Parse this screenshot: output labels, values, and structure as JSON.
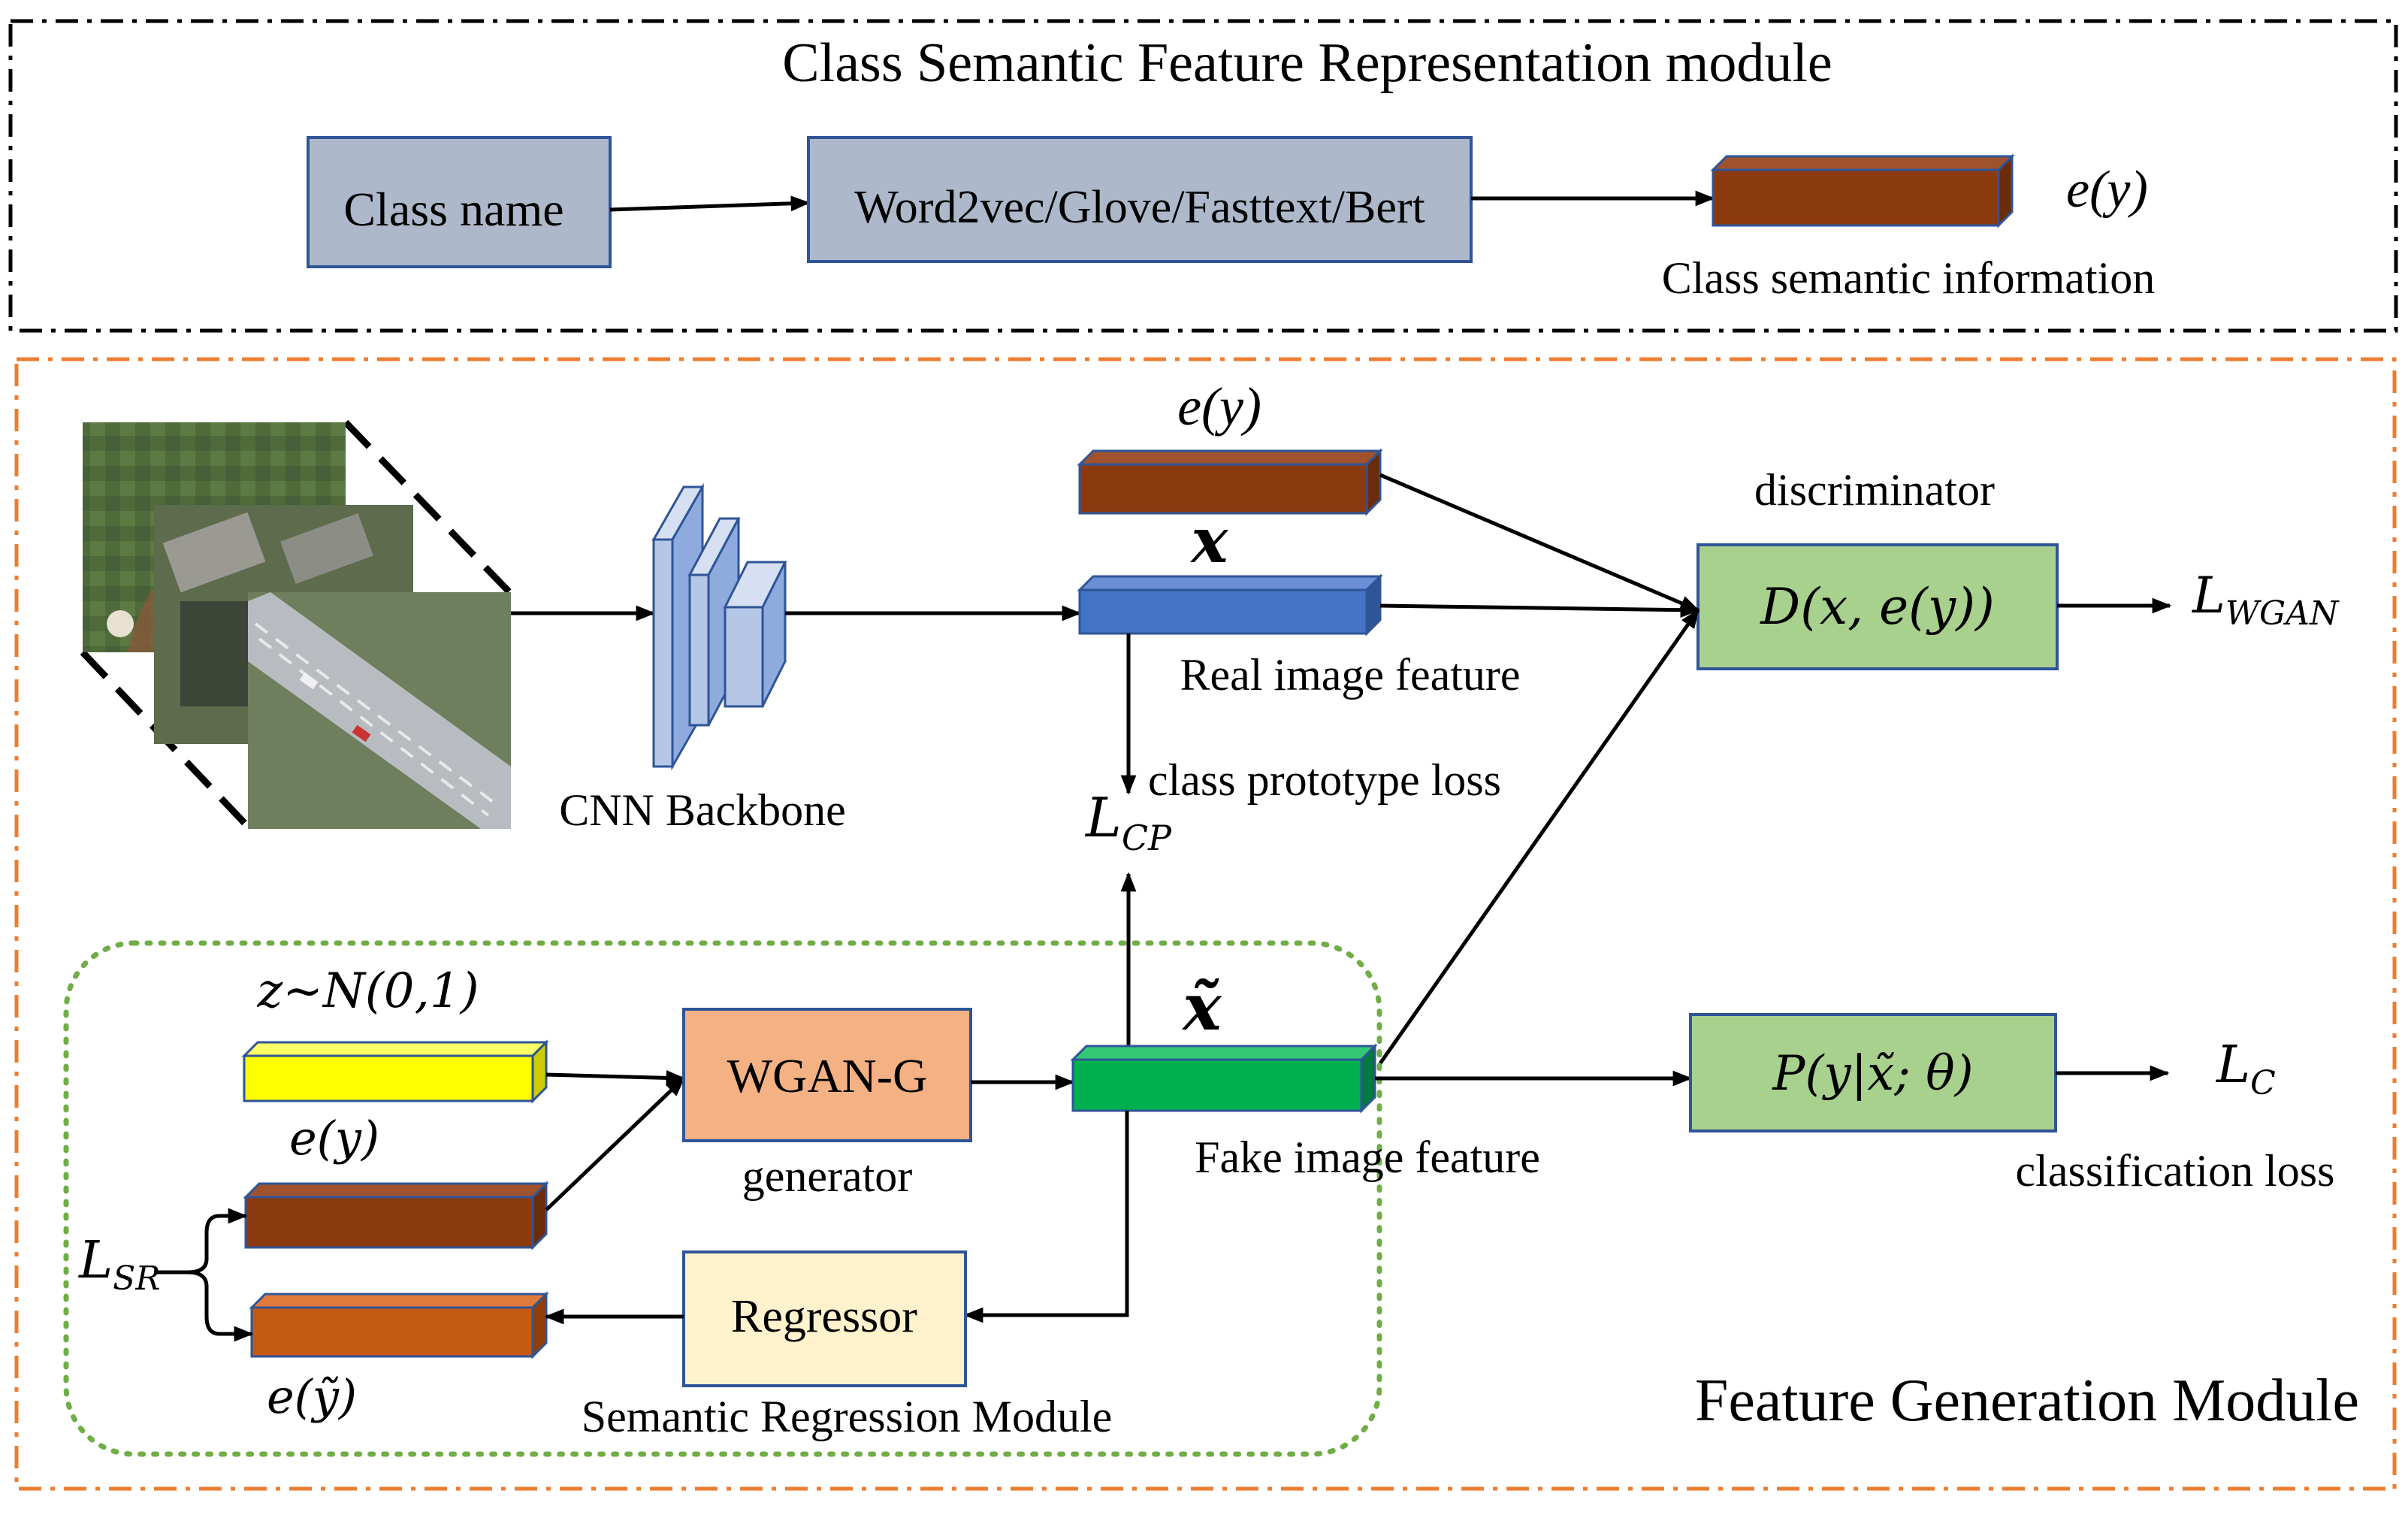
{
  "top_module": {
    "title": "Class Semantic Feature Representation module",
    "class_name_label": "Class name",
    "embedding_label": "Word2vec/Glove/Fasttext/Bert",
    "ey_label": "e(y)",
    "info_label": "Class semantic information"
  },
  "bottom_module": {
    "title": "Feature Generation Module",
    "cnn_label": "CNN Backbone",
    "ey_top": "e(y)",
    "x_label": "x",
    "real_feature_label": "Real image feature",
    "lcp": {
      "main": "L",
      "sub": "CP"
    },
    "cp_loss_label": "class prototype loss",
    "discriminator_label": "discriminator",
    "d_box_label": "D(x, e(y))",
    "lwgan": {
      "main": "L",
      "sub": "WGAN"
    },
    "z_label": "z~N(0,1)",
    "ey_gen": "e(y)",
    "wgan_g_label": "WGAN-G",
    "generator_label": "generator",
    "xtilde_label": "x̃",
    "fake_feature_label": "Fake image feature",
    "p_box_label": "P(y|x̃; θ)",
    "lc": {
      "main": "L",
      "sub": "C"
    },
    "cls_loss_label": "classification loss",
    "lsr": {
      "main": "L",
      "sub": "SR"
    },
    "regressor_label": "Regressor",
    "ey_tilde": "e(ỹ)",
    "srm_label": "Semantic Regression Module"
  },
  "colors": {
    "brown_bar": "#8B3A0F",
    "blue_bar": "#4472C4",
    "yellow_bar": "#FFFF00",
    "green_bar": "#00B050",
    "orange_bar": "#C55A11",
    "gray_box": "#ADB9CA",
    "green_box": "#A9D18E",
    "salmon_box": "#F4B183",
    "cream_box": "#FFF2CC",
    "cnn_blue": "#B4C7E7",
    "top_border": "#000000",
    "bottom_border": "#ED7D31",
    "dotted_green": "#70AD47"
  }
}
